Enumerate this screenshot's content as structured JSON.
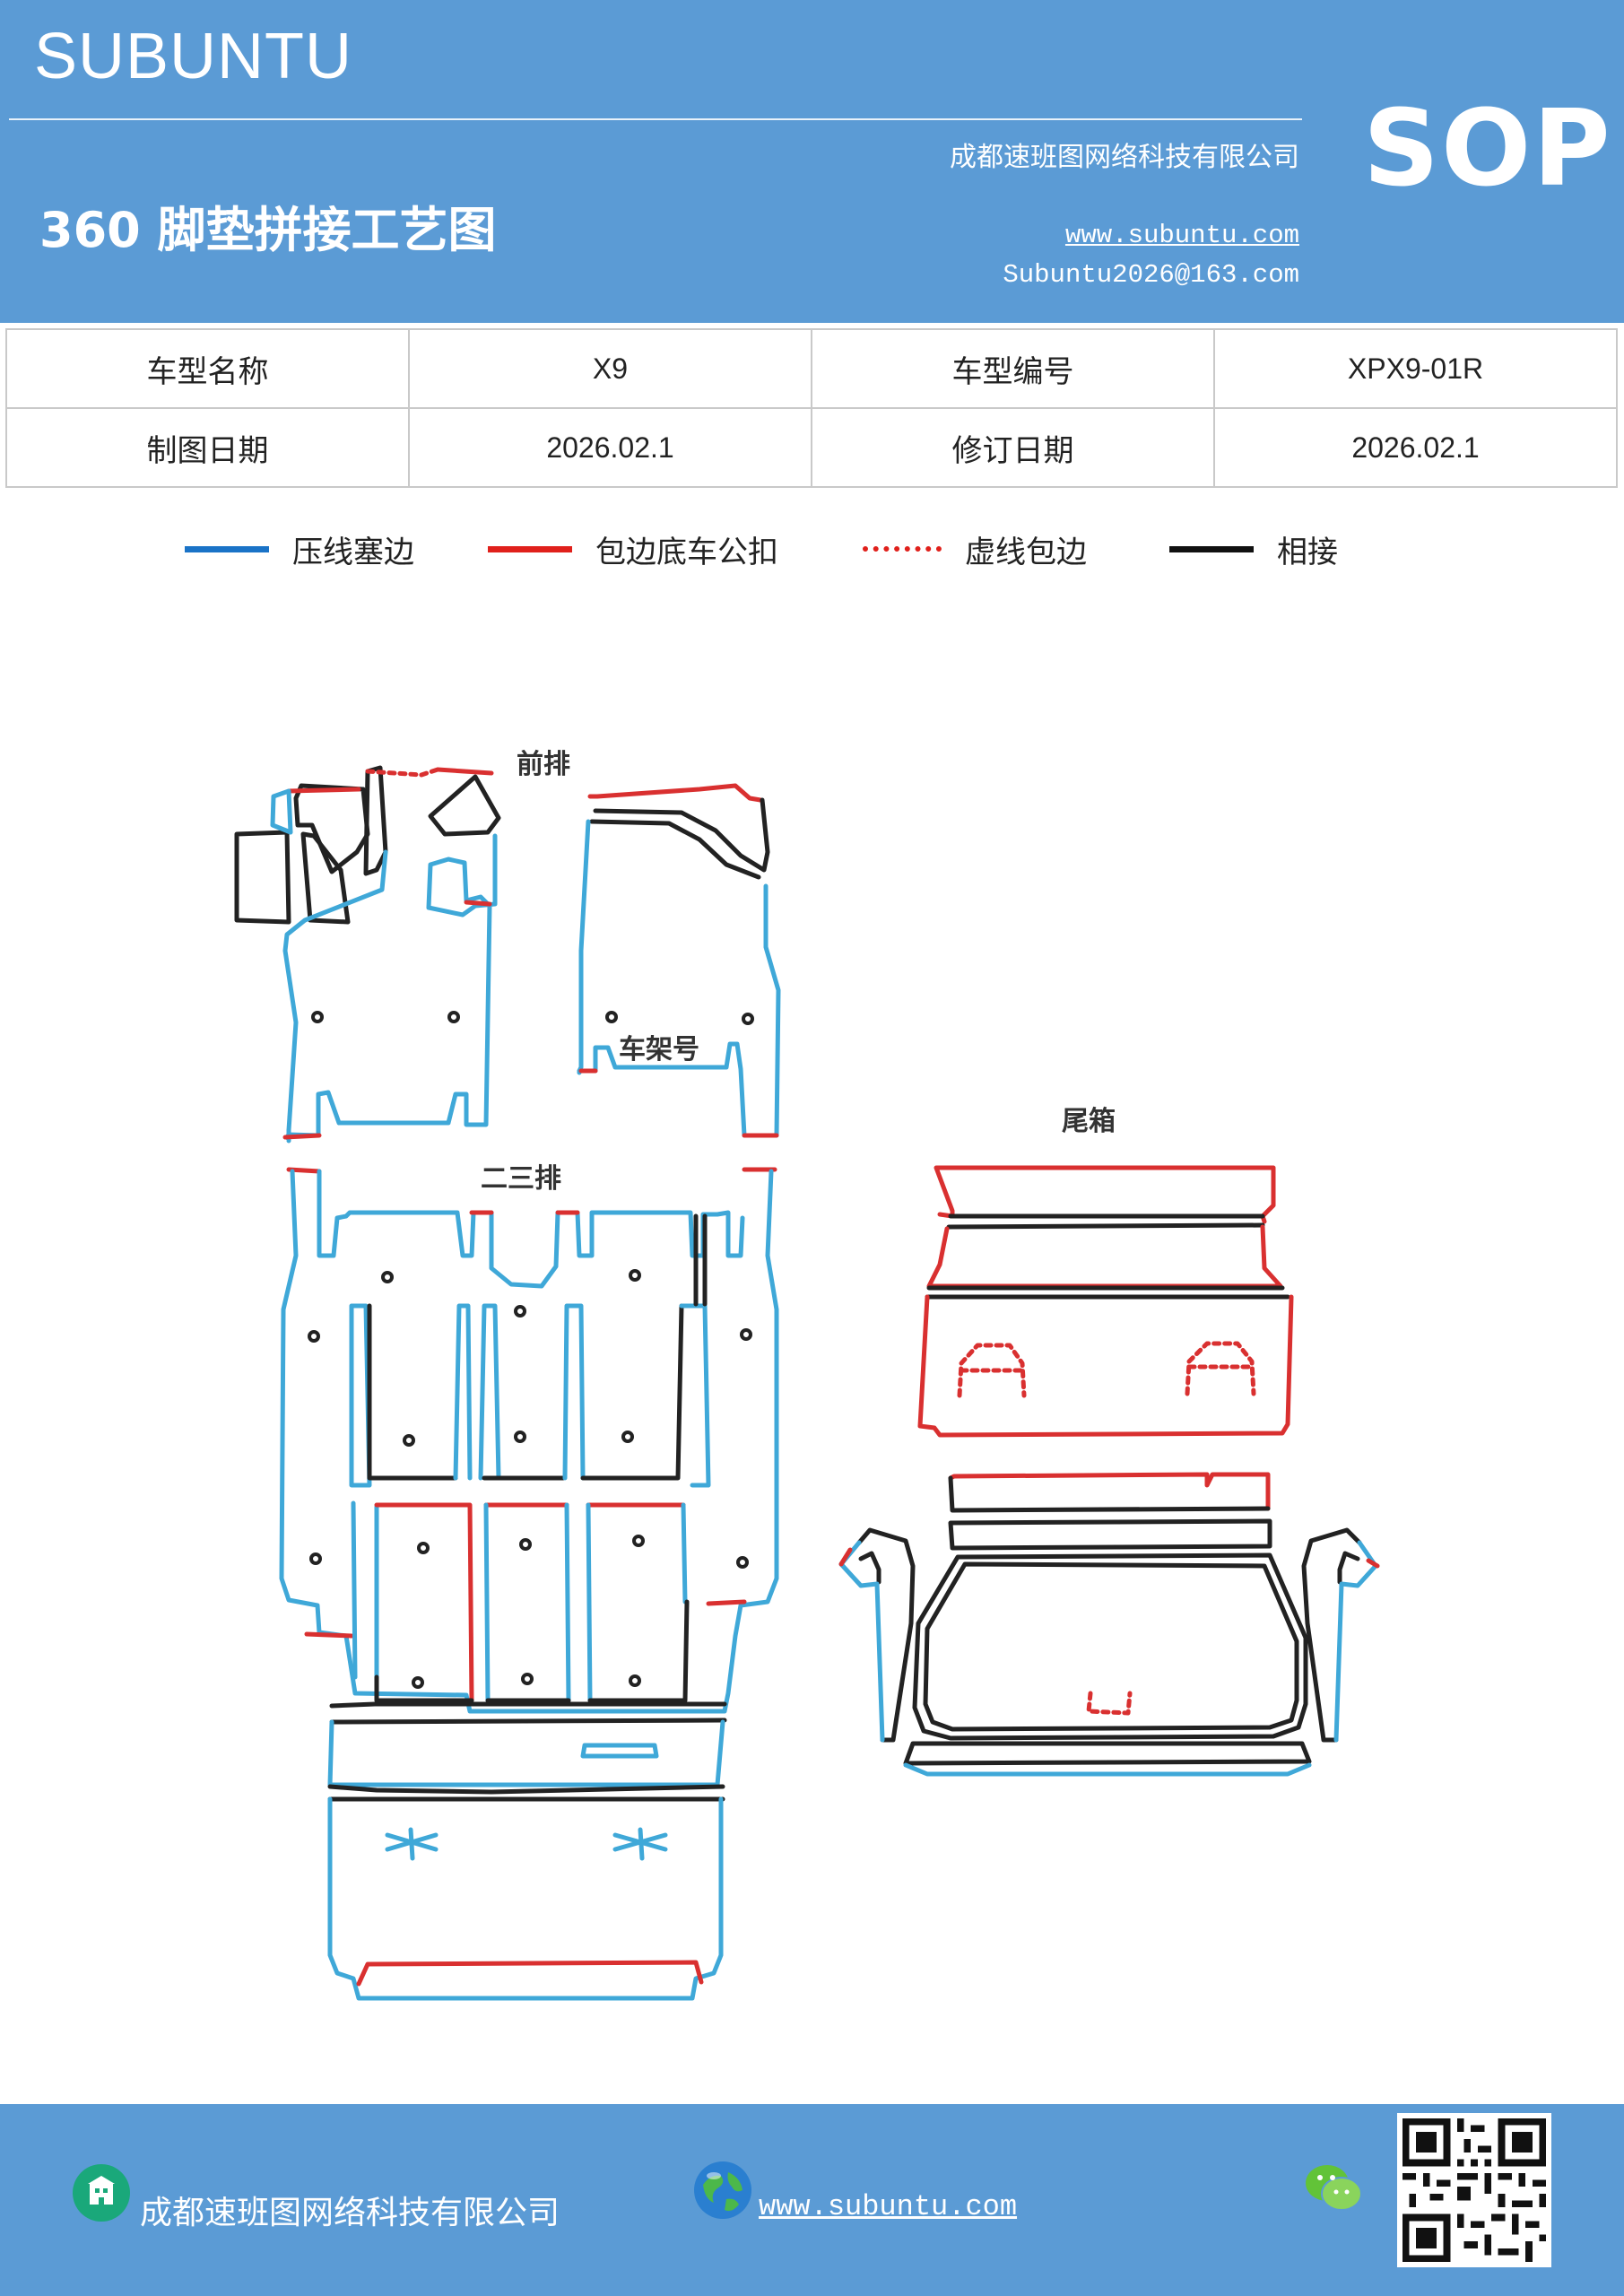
{
  "header": {
    "brand": "SUBUNTU",
    "company": "成都速班图网络科技有限公司",
    "title": "360 脚垫拼接工艺图",
    "website": "www.subuntu.com",
    "email": "Subuntu2026@163.com",
    "badge": "SOP",
    "bg_color": "#5b9bd5"
  },
  "info_table": {
    "rows": [
      [
        {
          "label": "车型名称"
        },
        {
          "value": "X9"
        },
        {
          "label": "车型编号"
        },
        {
          "value": "XPX9-01R"
        }
      ],
      [
        {
          "label": "制图日期"
        },
        {
          "value": "2026.02.1"
        },
        {
          "label": "修订日期"
        },
        {
          "value": "2026.02.1"
        }
      ]
    ]
  },
  "legend": [
    {
      "label": "压线塞边",
      "color": "#1a73c7",
      "style": "solid"
    },
    {
      "label": "包边底车公扣",
      "color": "#e0201b",
      "style": "solid"
    },
    {
      "label": "虚线包边",
      "color": "#e0201b",
      "style": "dotted"
    },
    {
      "label": "相接",
      "color": "#111111",
      "style": "solid"
    }
  ],
  "diagram": {
    "labels": {
      "front_row": "前排",
      "frame_number": "车架号",
      "second_third_row": "二三排",
      "trunk": "尾箱"
    },
    "colors": {
      "blue": "#3fa8d8",
      "red": "#d93030",
      "black": "#222222"
    }
  },
  "footer": {
    "company": "成都速班图网络科技有限公司",
    "website": "www.subuntu.com",
    "icons": [
      "company-building-icon",
      "globe-icon",
      "wechat-icon",
      "qr-code-icon"
    ]
  }
}
